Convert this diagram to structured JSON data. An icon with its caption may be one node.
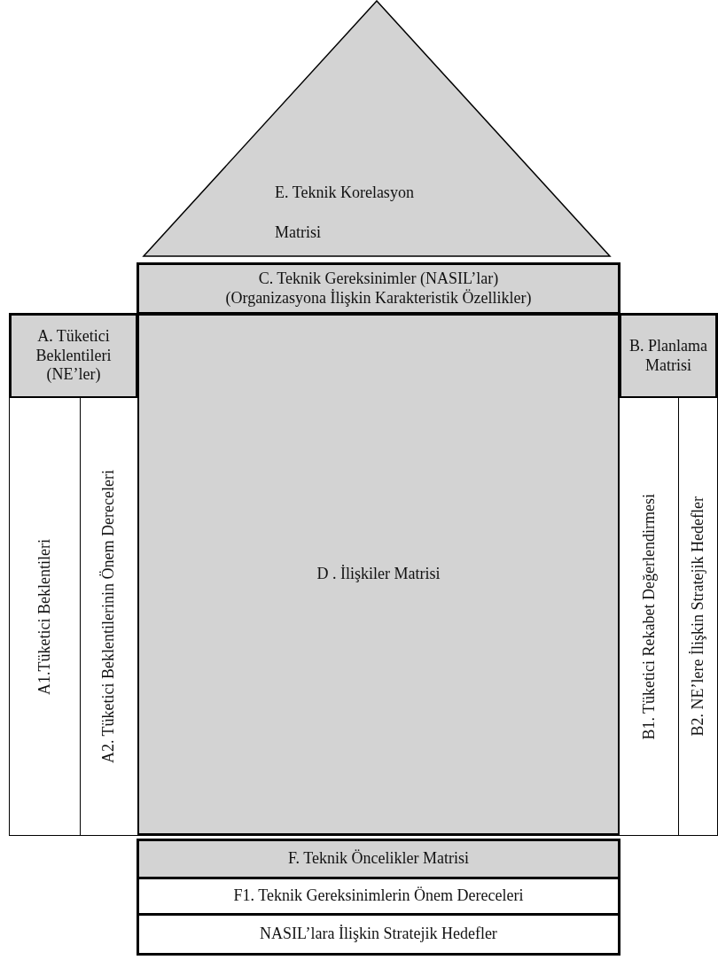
{
  "diagram": {
    "nodes": [
      {
        "text": [
          "E. Teknik Korelasyon Matrisi"
        ]
      },
      {
        "text": [
          "C. Teknik Gereksinimler (NASIL’lar)",
          "(Organizasyona İlişkin Karakteristik Özellikler)"
        ]
      },
      {
        "text": [
          "A. Tüketici Beklentileri (NE’ler)"
        ]
      },
      {
        "text": [
          "B. Planlama Matrisi"
        ]
      },
      {
        "text": [
          "D . İlişkiler Matrisi"
        ]
      },
      {
        "text": [
          "A1.Tüketici Beklentileri"
        ]
      },
      {
        "text": [
          "A2. Tüketici Beklentilerinin Önem Dereceleri"
        ]
      },
      {
        "text": [
          "B1. Tüketici Rekabet Değerlendirmesi"
        ]
      },
      {
        "text": [
          "B2. NE’lere İlişkin Stratejik Hedefler"
        ]
      },
      {
        "text": [
          "F. Teknik Öncelikler Matrisi"
        ]
      },
      {
        "text": [
          "F1. Teknik Gereksinimlerin Önem Dereceleri"
        ]
      },
      {
        "text": [
          "NASIL’lara İlişkin Stratejik Hedefler"
        ]
      }
    ]
  }
}
